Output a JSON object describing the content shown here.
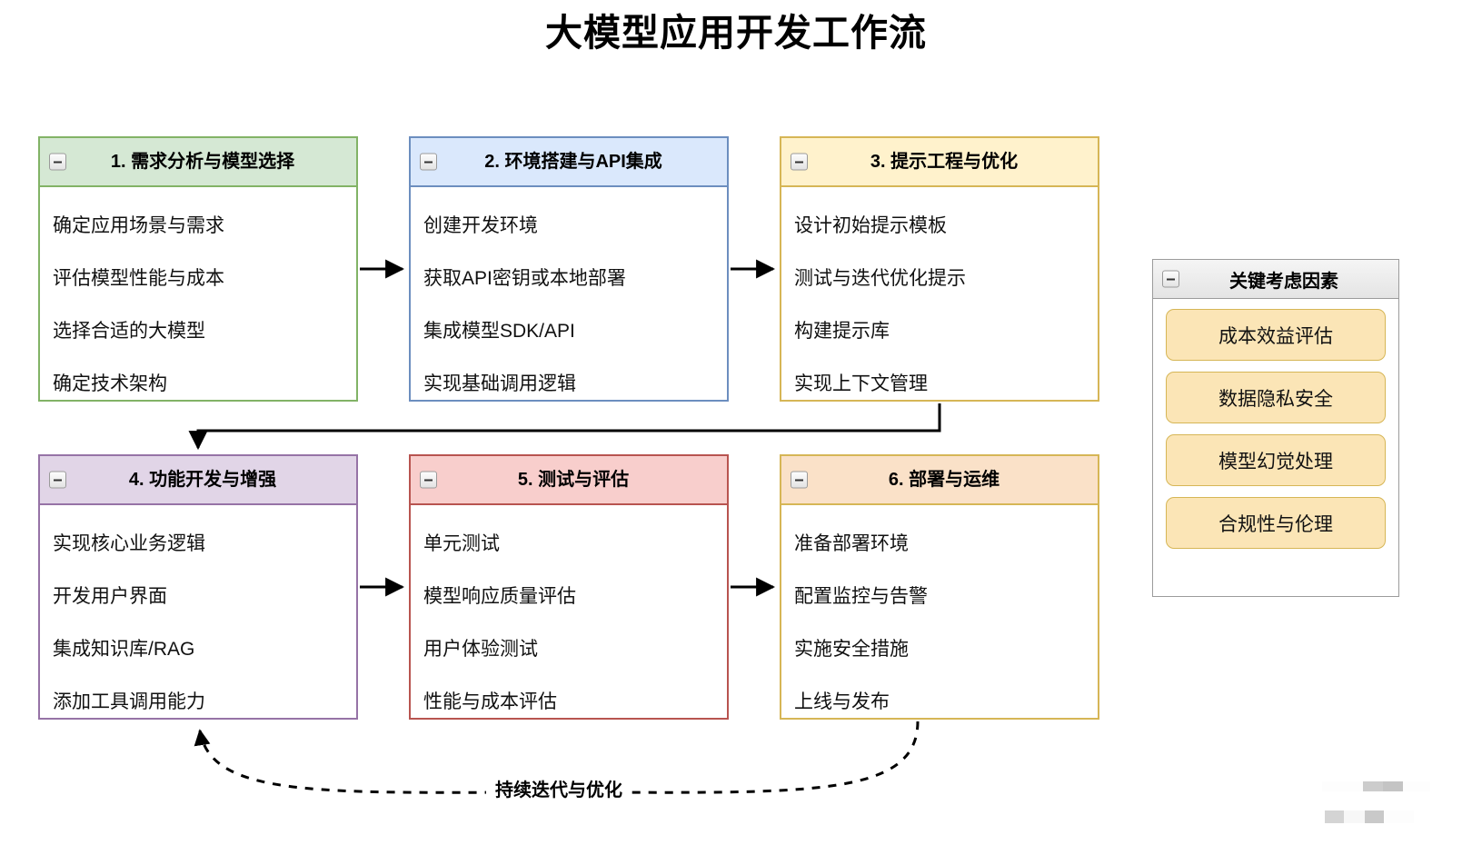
{
  "title": "大模型应用开发工作流",
  "collapse_icon_name": "collapse-minus-icon",
  "stages": [
    {
      "id": "stage-1",
      "title": "1. 需求分析与模型选择",
      "color": "c-green",
      "accent": "#82b366",
      "header_bg": "#d5e8d4",
      "items": [
        "确定应用场景与需求",
        "评估模型性能与成本",
        "选择合适的大模型",
        "确定技术架构"
      ]
    },
    {
      "id": "stage-2",
      "title": "2. 环境搭建与API集成",
      "color": "c-blue",
      "accent": "#6c8ebf",
      "header_bg": "#dae8fc",
      "items": [
        "创建开发环境",
        "获取API密钥或本地部署",
        "集成模型SDK/API",
        "实现基础调用逻辑"
      ]
    },
    {
      "id": "stage-3",
      "title": "3. 提示工程与优化",
      "color": "c-yellow",
      "accent": "#d6b656",
      "header_bg": "#fff2cc",
      "items": [
        "设计初始提示模板",
        "测试与迭代优化提示",
        "构建提示库",
        "实现上下文管理"
      ]
    },
    {
      "id": "stage-4",
      "title": "4. 功能开发与增强",
      "color": "c-purple",
      "accent": "#9673a6",
      "header_bg": "#e1d5e7",
      "items": [
        "实现核心业务逻辑",
        "开发用户界面",
        "集成知识库/RAG",
        "添加工具调用能力"
      ]
    },
    {
      "id": "stage-5",
      "title": "5. 测试与评估",
      "color": "c-red",
      "accent": "#b85450",
      "header_bg": "#f8cecc",
      "items": [
        "单元测试",
        "模型响应质量评估",
        "用户体验测试",
        "性能与成本评估"
      ]
    },
    {
      "id": "stage-6",
      "title": "6. 部署与运维",
      "color": "c-orange",
      "accent": "#d6b656",
      "header_bg": "#fae1c8",
      "items": [
        "准备部署环境",
        "配置监控与告警",
        "实施安全措施",
        "上线与发布"
      ]
    }
  ],
  "key_panel": {
    "title": "关键考虑因素",
    "chip_bg": "#fbe5b6",
    "chip_border": "#d6b656",
    "items": [
      "成本效益评估",
      "数据隐私安全",
      "模型幻觉处理",
      "合规性与伦理"
    ]
  },
  "feedback_loop": {
    "label": "持续迭代与优化",
    "style": "dashed"
  }
}
